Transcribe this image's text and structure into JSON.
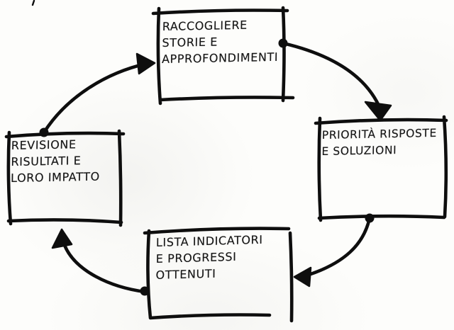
{
  "diagram": {
    "type": "cycle",
    "language": "it",
    "flow": "clockwise",
    "nodes": [
      {
        "id": "raccogliere",
        "position": "top",
        "label": "RACCOGLIERE\nSTORIE E\nAPPROFONDIMENTI"
      },
      {
        "id": "priorita",
        "position": "right",
        "label": "PRIORITÀ RISPOSTE\nE SOLUZIONI"
      },
      {
        "id": "indicatori",
        "position": "bottom",
        "label": "LISTA INDICATORI\nE PROGRESSI\nOTTENUTI"
      },
      {
        "id": "revisione",
        "position": "left",
        "label": "REVISIONE\nRISULTATI E\nLORO IMPATTO"
      }
    ],
    "edges": [
      {
        "from": "raccogliere",
        "to": "priorita"
      },
      {
        "from": "priorita",
        "to": "indicatori"
      },
      {
        "from": "indicatori",
        "to": "revisione"
      },
      {
        "from": "revisione",
        "to": "raccogliere"
      }
    ],
    "style": {
      "ink_color": "#0e0e0e",
      "paper_color": "#fdfdfb",
      "stroke": "hand-drawn"
    },
    "icons": {
      "arrowhead": "filled-triangle",
      "connector_dot": "filled-circle"
    }
  }
}
